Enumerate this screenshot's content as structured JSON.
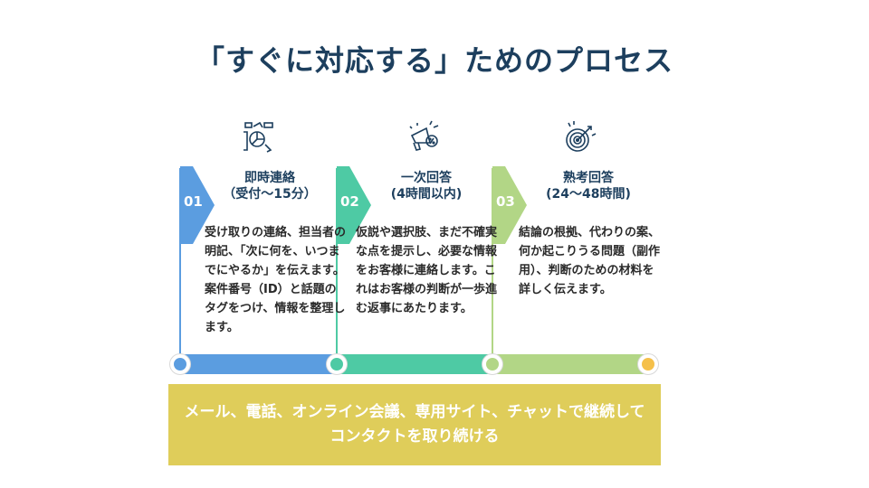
{
  "title": "「すぐに対応する」ためのプロセス",
  "colors": {
    "title": "#1d3f5e",
    "step1": "#5b9de0",
    "step2": "#4ecaa4",
    "step3": "#b2d686",
    "end": "#f5c04a",
    "channel_box": "#dfcd5a"
  },
  "steps": [
    {
      "number": "01",
      "title_line1": "即時連絡",
      "title_line2": "（受付〜15分）",
      "icon": "presentation-chart-icon",
      "body": "受け取りの連絡、担当者の明記、「次に何を、いつまでにやるか」を伝えます。案件番号（ID）と話題のタグをつけ、情報を整理します。"
    },
    {
      "number": "02",
      "title_line1": "一次回答",
      "title_line2": "(4時間以内)",
      "icon": "megaphone-icon",
      "body": "仮説や選択肢、まだ不確実な点を提示し、必要な情報をお客様に連絡します。これはお客様の判断が一歩進む返事にあたります。"
    },
    {
      "number": "03",
      "title_line1": "熟考回答",
      "title_line2": "(24〜48時間)",
      "icon": "target-icon",
      "body": "結論の根拠、代わりの案、何か起こりうる問題（副作用）、判断のための材料を詳しく伝えます。"
    }
  ],
  "channels": "メール、電話、オンライン会議、専用サイト、チャットで継続してコンタクトを取り続ける"
}
